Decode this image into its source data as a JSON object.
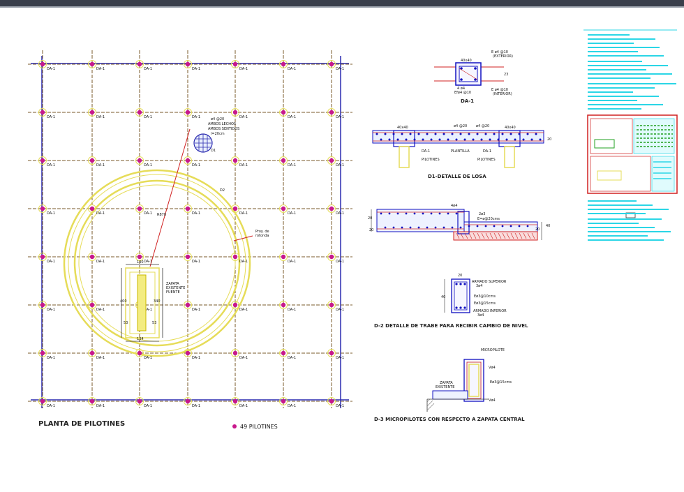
{
  "colors": {
    "grid": "#7a5a2a",
    "frame": "#2b2bb0",
    "pile": "#c8188c",
    "yellow": "#e6dc58",
    "red": "#d02020",
    "blue": "#1010c0",
    "cyan": "#2bd6e6",
    "green": "#20a020"
  },
  "plan": {
    "title": "PLANTA DE PILOTINES",
    "legend_label": "49 PILOTINES",
    "da_label": "DA-1",
    "callout_bars": "ø4 @20",
    "callout_dirs": "AMBOS LECHOS",
    "callout_dirs2": "AMBOS SENTIDOS",
    "callout_len": "l=20cm",
    "d1_label": "D1",
    "d2_label": "D2",
    "radius_label": "R878",
    "proy_label": "Proy. de",
    "proy_label2": "rotonda",
    "zap_label": "ZAPATA",
    "zap_label2": "EXISTENTE",
    "zap_label3": "FUENTE",
    "dim_130": "130",
    "dim_400": "400",
    "dim_340": "340",
    "dim_53a": "53",
    "dim_53b": "53",
    "dim_134": "134"
  },
  "da1_detail": {
    "title": "DA-1",
    "dim_top": "40x40",
    "dim_side": "23",
    "note_ext1": "E ø4 @10",
    "note_ext2": "(EXTERIOR)",
    "note_int1": "E ø4 @10",
    "note_int2": "(INTERIOR)",
    "note_bars1": "4 ø4",
    "note_bars2": "Efø4 @10"
  },
  "d1_detail": {
    "title": "D1-DETALLE DE LOSA",
    "dim_a": "40x40",
    "dim_b": "40x40",
    "bar1": "ø4 @20",
    "bar2": "ø4 @20",
    "label_da_a": "DA-1",
    "label_plantilla": "PLANTILLA",
    "label_da_b": "DA-1",
    "label_pil_a": "PILOTINES",
    "label_pil_b": "PILOTINES",
    "dim_side": "20"
  },
  "d2_detail": {
    "title": "D-2 DETALLE DE TRABE PARA RECIBIR CAMBIO DE NIVEL",
    "bar_top": "4ø4",
    "bar_e": "2ø3",
    "bar_e2": "E=ø@20cms",
    "dim_20a": "20",
    "dim_20b": "20",
    "dim_40": "40",
    "dim_20c": "20",
    "sec_dim_top": "20",
    "sec_dim_side": "40",
    "sec_arm_sup": "ARMADO SUPERIOR",
    "sec_arm_sup2": "3ø4",
    "sec_est1": "Eø3@10cms",
    "sec_est2": "Eø3@15cms",
    "sec_arm_inf": "ARMADO INFERIOR",
    "sec_arm_inf2": "3ø4"
  },
  "d3_detail": {
    "title": "D-3 MICROPILOTES CON RESPECTO A ZAPATA CENTRAL",
    "label_micro": "MICROPILOTE",
    "label_v": "Vø4",
    "label_e": "Eø3@15cms",
    "label_v2": "Vø4",
    "label_zap": "ZAPATA",
    "label_zap2": "EXISTENTE"
  }
}
